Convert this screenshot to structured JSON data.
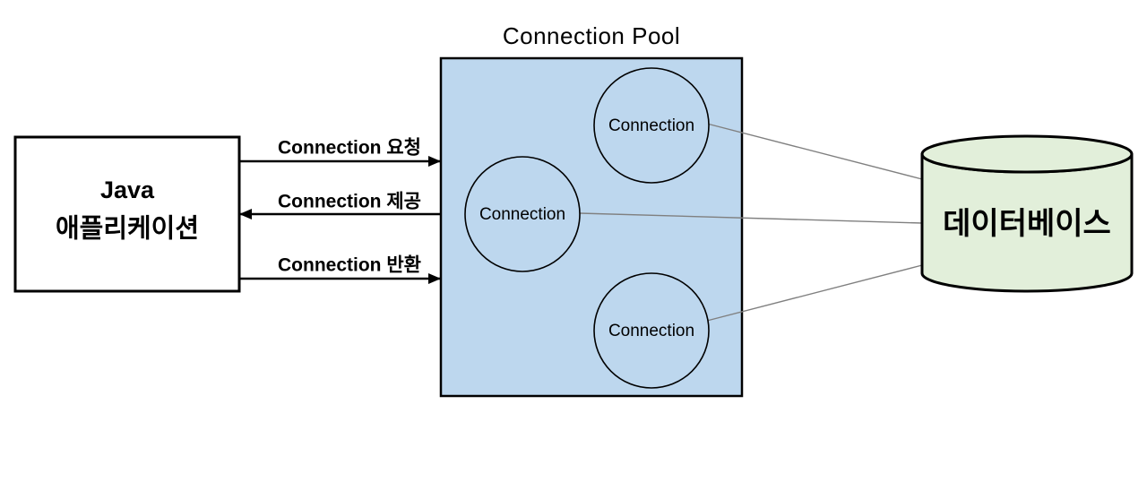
{
  "diagram": {
    "pool_title": "Connection Pool",
    "app_box": {
      "line1": "Java",
      "line2": "애플리케이션"
    },
    "arrows": [
      {
        "label": "Connection 요청",
        "direction": "right"
      },
      {
        "label": "Connection 제공",
        "direction": "left"
      },
      {
        "label": "Connection 반환",
        "direction": "right"
      }
    ],
    "pool": {
      "connections": [
        {
          "label": "Connection"
        },
        {
          "label": "Connection"
        },
        {
          "label": "Connection"
        }
      ]
    },
    "database": {
      "label": "데이터베이스"
    },
    "colors": {
      "pool_fill": "#BDD7EE",
      "db_fill": "#E2EFDA",
      "app_fill": "#FFFFFF",
      "stroke": "#000000",
      "connector": "#808080"
    }
  }
}
